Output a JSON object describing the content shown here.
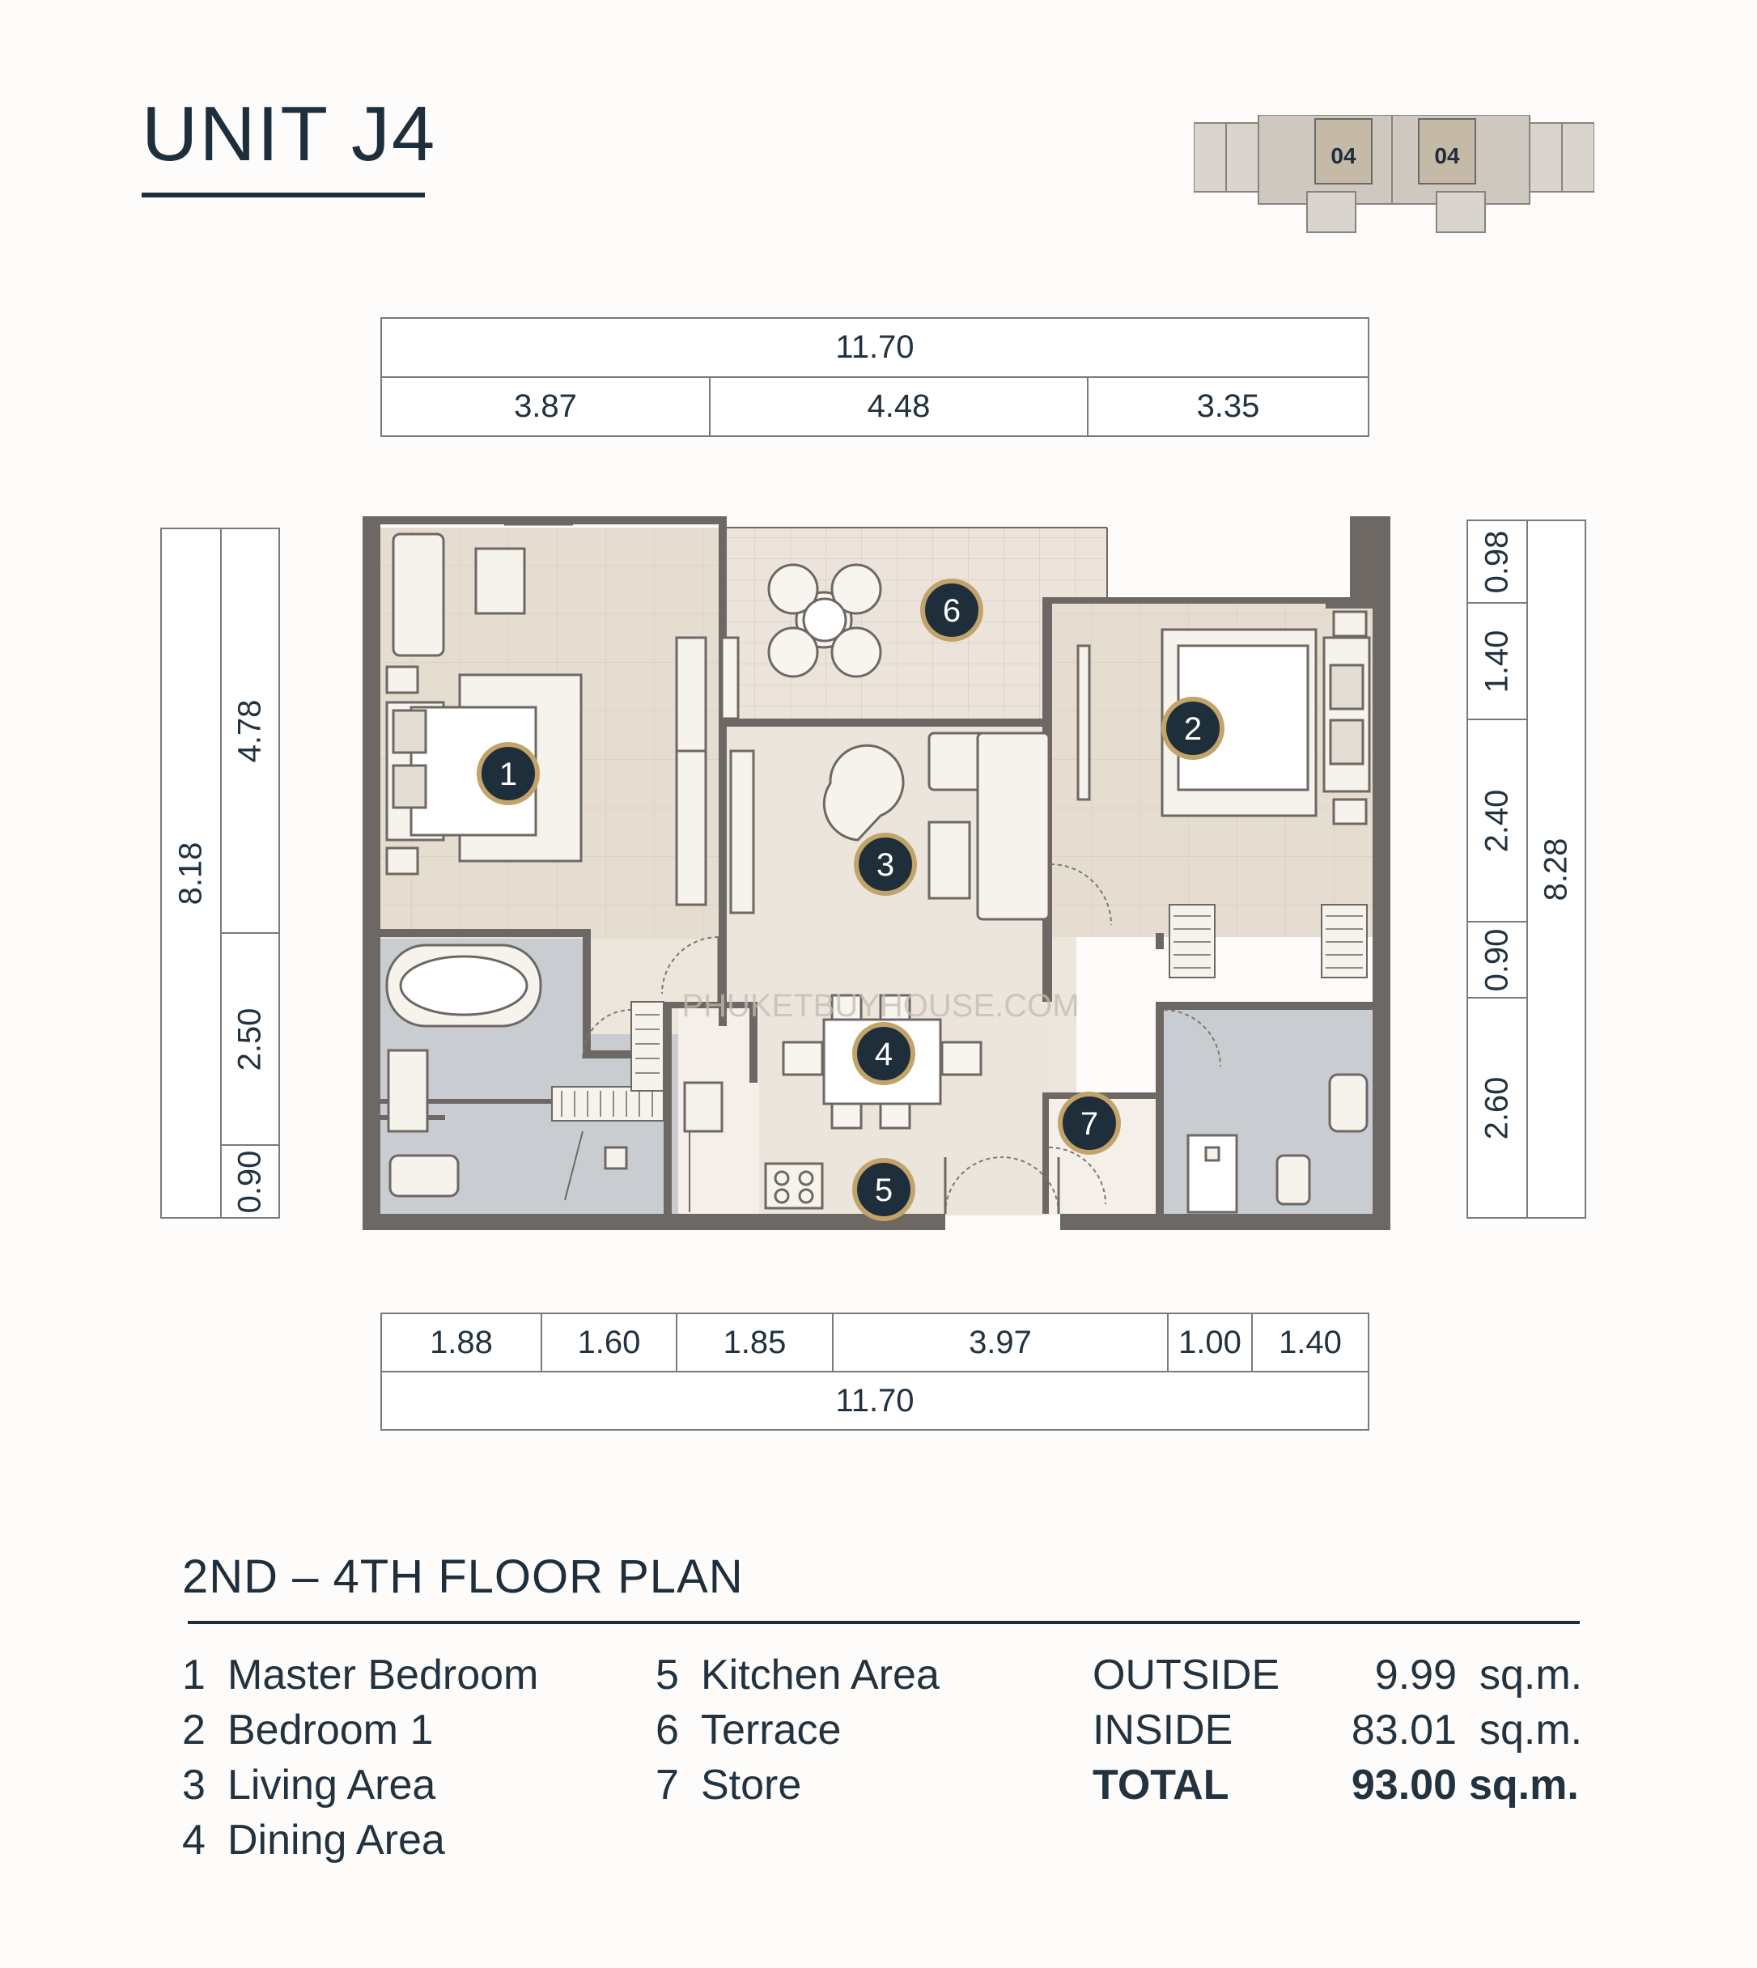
{
  "unit_title": "UNIT J4",
  "keyplan": {
    "labels": [
      "04",
      "04"
    ]
  },
  "top_dims": {
    "total": "11.70",
    "segments": [
      "3.87",
      "4.48",
      "3.35"
    ]
  },
  "bottom_dims": {
    "segments": [
      "1.88",
      "1.60",
      "1.85",
      "3.97",
      "1.00",
      "1.40"
    ],
    "total": "11.70"
  },
  "left_dims": {
    "total": "8.18",
    "segments": [
      "4.78",
      "2.50",
      "0.90"
    ]
  },
  "right_dims": {
    "total": "8.28",
    "segments": [
      "0.98",
      "1.40",
      "2.40",
      "0.90",
      "2.60"
    ]
  },
  "room_markers": [
    "1",
    "2",
    "3",
    "4",
    "5",
    "6",
    "7"
  ],
  "watermark": "PHUKETBUYHOUSE.COM",
  "section_title": "2ND – 4TH FLOOR PLAN",
  "legend": [
    {
      "num": "1",
      "label": "Master Bedroom"
    },
    {
      "num": "2",
      "label": "Bedroom 1"
    },
    {
      "num": "3",
      "label": "Living Area"
    },
    {
      "num": "4",
      "label": "Dining Area"
    },
    {
      "num": "5",
      "label": "Kitchen Area"
    },
    {
      "num": "6",
      "label": "Terrace"
    },
    {
      "num": "7",
      "label": "Store"
    }
  ],
  "areas": [
    {
      "label": "OUTSIDE",
      "value": "9.99",
      "unit": "sq.m."
    },
    {
      "label": "INSIDE",
      "value": "83.01",
      "unit": "sq.m."
    },
    {
      "label": "TOTAL",
      "value": "93.00",
      "unit": "sq.m."
    }
  ],
  "colors": {
    "wall": "#6e6864",
    "floor": "#ece4da",
    "tile_floor": "#e6ddd1",
    "bath": "#c9cdd2",
    "marker_fill": "#1f2e3b",
    "marker_ring": "#c2a46a",
    "text": "#22323f"
  }
}
